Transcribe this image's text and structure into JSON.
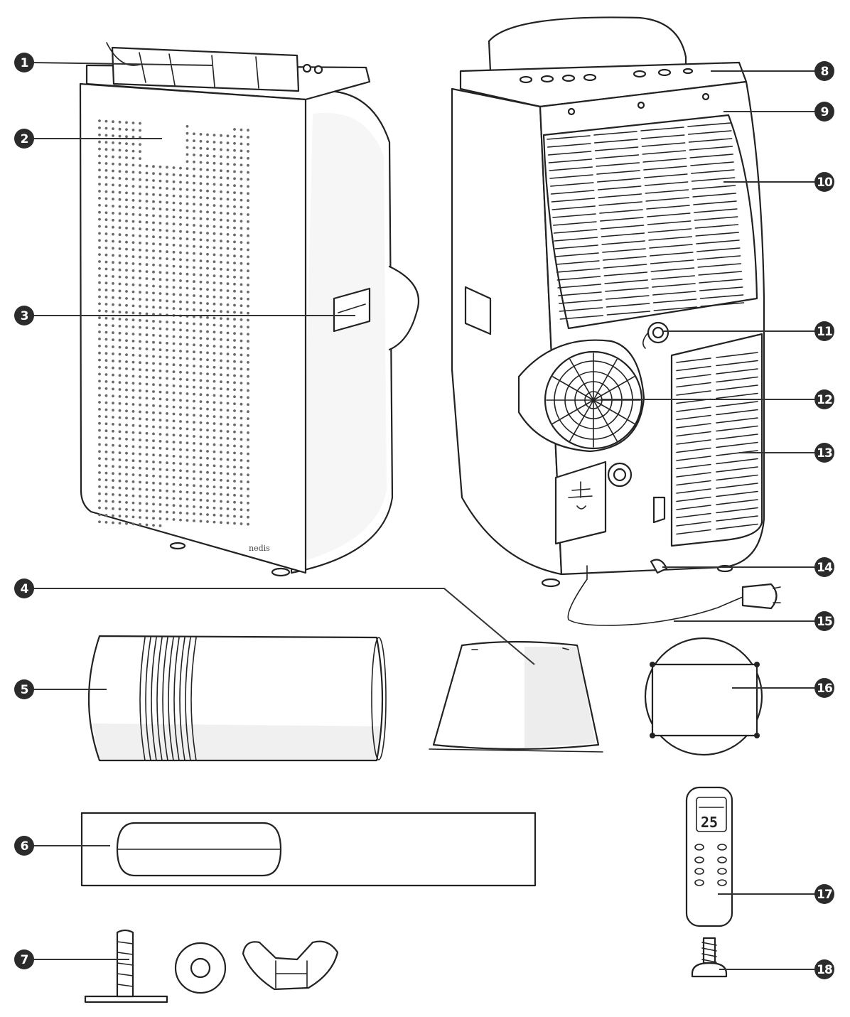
{
  "diagram": {
    "callouts": [
      {
        "id": "1",
        "label": "1"
      },
      {
        "id": "2",
        "label": "2"
      },
      {
        "id": "3",
        "label": "3"
      },
      {
        "id": "4",
        "label": "4"
      },
      {
        "id": "5",
        "label": "5"
      },
      {
        "id": "6",
        "label": "6"
      },
      {
        "id": "7",
        "label": "7"
      },
      {
        "id": "8",
        "label": "8"
      },
      {
        "id": "9",
        "label": "9"
      },
      {
        "id": "10",
        "label": "10"
      },
      {
        "id": "11",
        "label": "11"
      },
      {
        "id": "12",
        "label": "12"
      },
      {
        "id": "13",
        "label": "13"
      },
      {
        "id": "14",
        "label": "14"
      },
      {
        "id": "15",
        "label": "15"
      },
      {
        "id": "16",
        "label": "16"
      },
      {
        "id": "17",
        "label": "17"
      },
      {
        "id": "18",
        "label": "18"
      }
    ],
    "remote_display": "25",
    "brand_mark": "nedis",
    "colors": {
      "ink": "#222222",
      "callout": "#2b2b2b",
      "background": "#ffffff"
    }
  }
}
